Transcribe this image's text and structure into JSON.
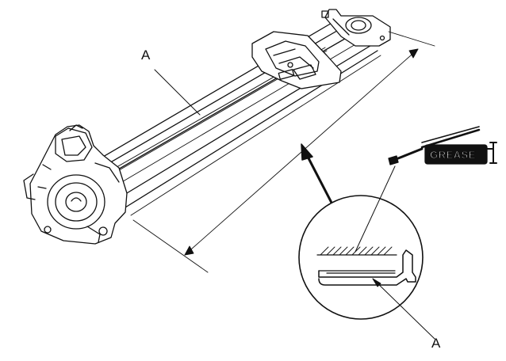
{
  "diagram": {
    "callout_rail": "A",
    "callout_detail": "A",
    "grease_label": "GREASE"
  },
  "colors": {
    "ink": "#111111",
    "paper": "#ffffff",
    "grease_fill": "#111111"
  },
  "icons": {
    "grease_gun": "grease-gun-icon",
    "motor": "motor-icon"
  }
}
